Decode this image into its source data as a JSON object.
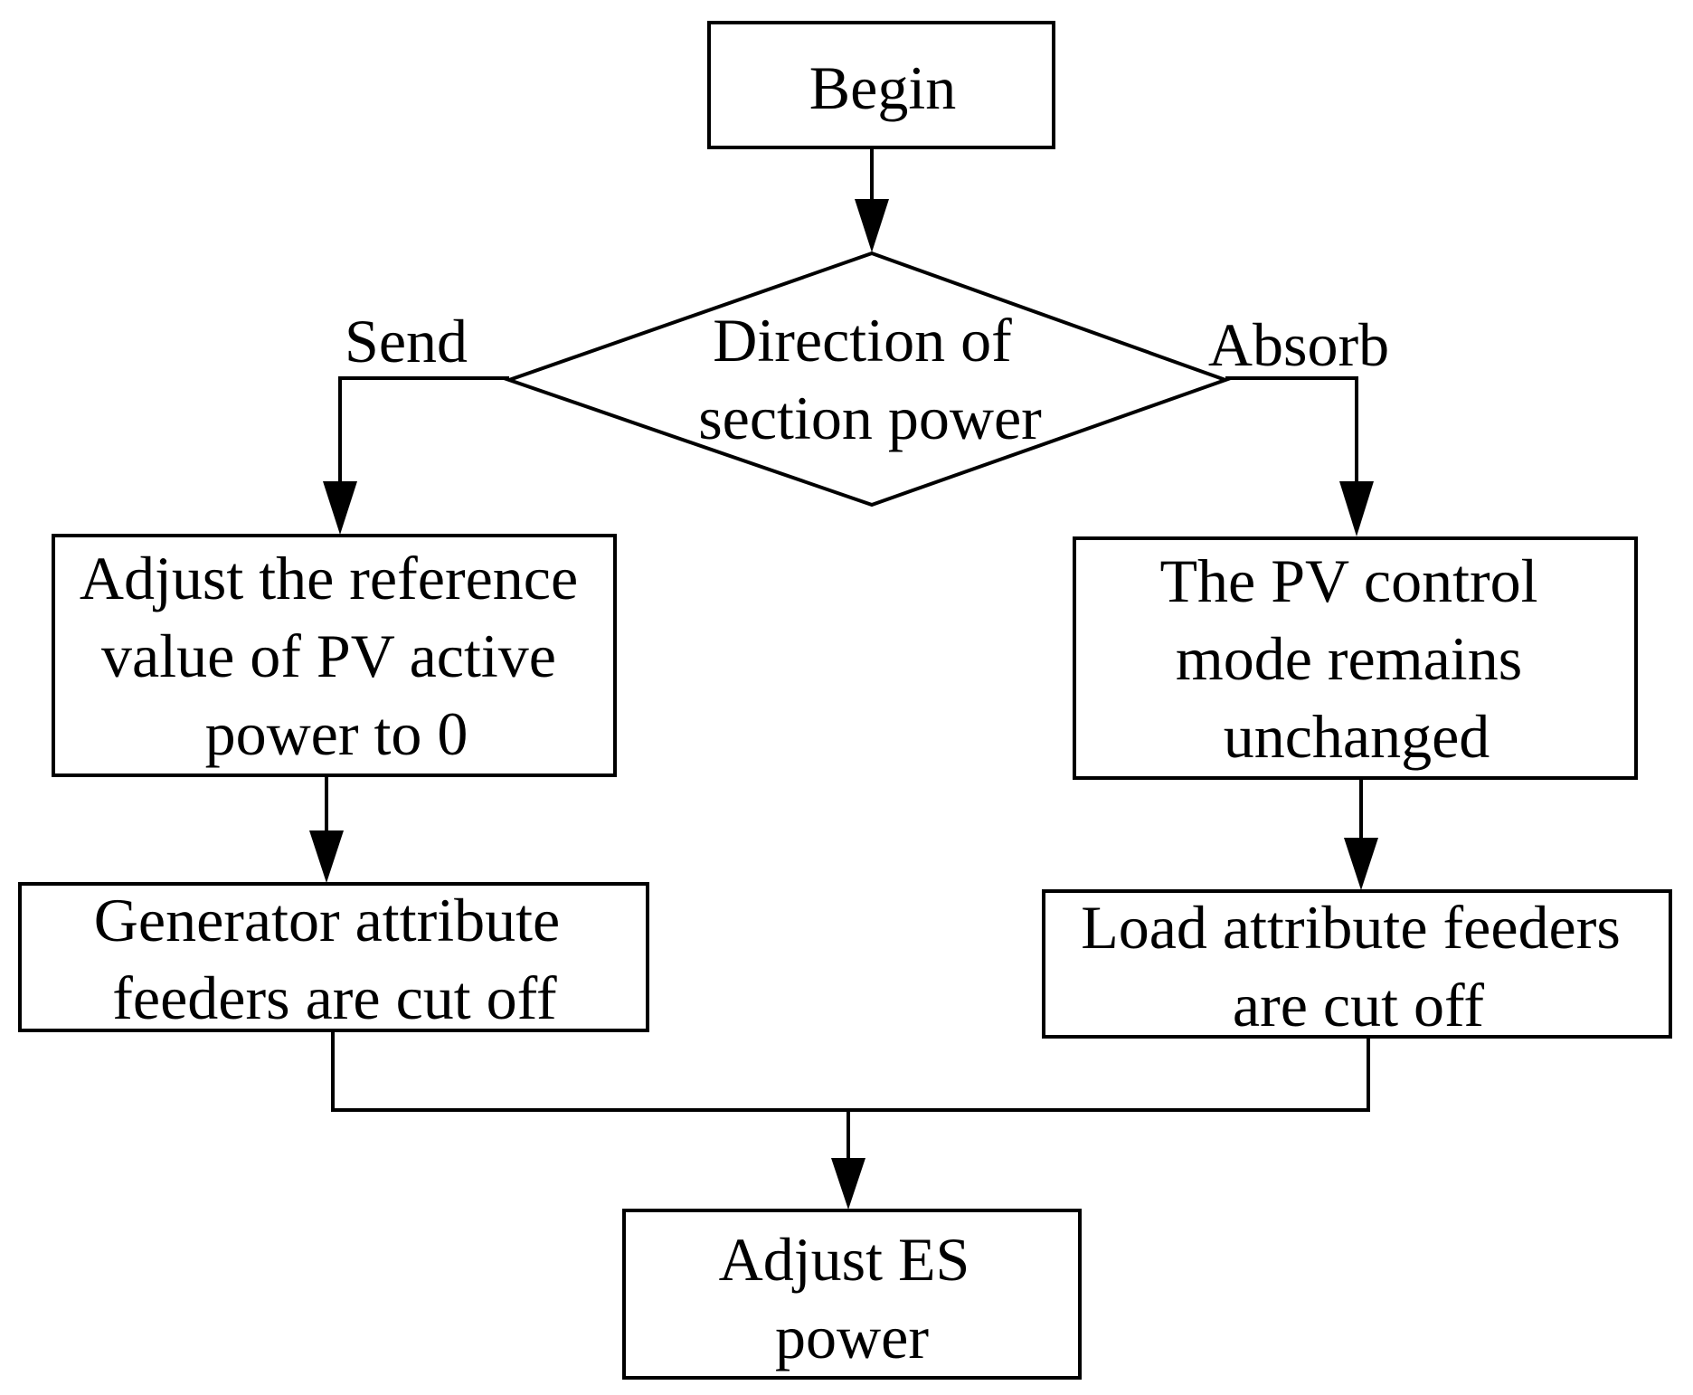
{
  "diagram": {
    "type": "flowchart",
    "nodes": {
      "begin": {
        "lines": [
          "Begin"
        ]
      },
      "decision": {
        "lines": [
          "Direction of",
          "section power"
        ]
      },
      "left_box": {
        "lines": [
          "Adjust the reference",
          "value of PV active",
          "power to 0"
        ]
      },
      "right_box": {
        "lines": [
          "The PV control",
          "mode remains",
          "unchanged"
        ]
      },
      "left_cut": {
        "lines": [
          "Generator attribute",
          "feeders are cut off"
        ]
      },
      "right_cut": {
        "lines": [
          "Load attribute feeders",
          "are cut off"
        ]
      },
      "end": {
        "lines": [
          "Adjust ES",
          "power"
        ]
      }
    },
    "edge_labels": {
      "send": "Send",
      "absorb": "Absorb"
    },
    "edges": [
      {
        "from": "begin",
        "to": "decision"
      },
      {
        "from": "decision",
        "to": "left_box",
        "label": "send"
      },
      {
        "from": "decision",
        "to": "right_box",
        "label": "absorb"
      },
      {
        "from": "left_box",
        "to": "left_cut"
      },
      {
        "from": "right_box",
        "to": "right_cut"
      },
      {
        "from": "left_cut",
        "to": "end"
      },
      {
        "from": "right_cut",
        "to": "end"
      }
    ]
  }
}
